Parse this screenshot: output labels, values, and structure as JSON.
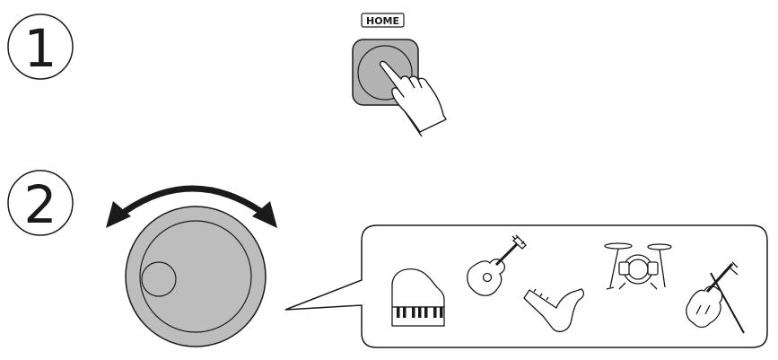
{
  "steps": {
    "one": {
      "number": "1"
    },
    "two": {
      "number": "2"
    }
  },
  "home_button": {
    "label": "HOME"
  },
  "icons": {
    "piano": "piano-icon",
    "guitar": "guitar-icon",
    "saxophone": "saxophone-icon",
    "drums": "drum-kit-icon",
    "violin": "violin-icon",
    "hand": "pointing-hand-icon",
    "arrow": "rotate-arrow-icon",
    "dial": "rotary-dial-icon"
  },
  "colors": {
    "stroke": "#1a1a1a",
    "button_fill": "#b3b3b3",
    "dial_fill": "#bdbdbd"
  }
}
